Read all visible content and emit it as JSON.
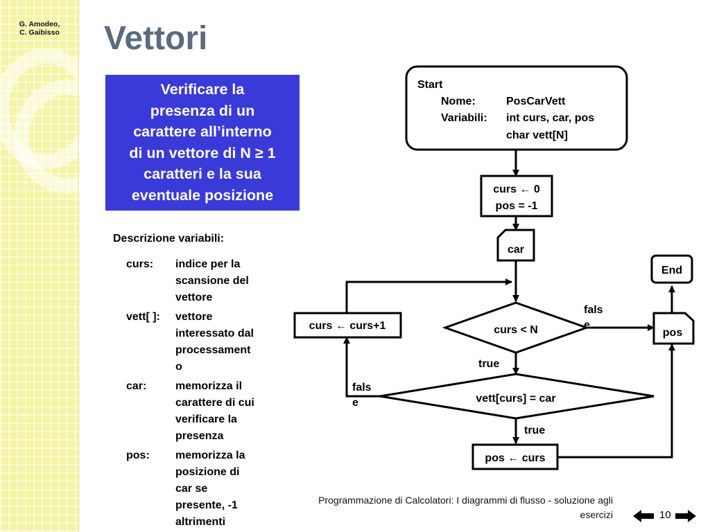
{
  "author": [
    "G. Amodeo,",
    "C. Gaibisso"
  ],
  "title": "Vettori",
  "task_lines": [
    "Verificare la",
    "presenza di un",
    "carattere all’interno",
    "di un vettore di N  ≥  1",
    "caratteri e la sua",
    "eventuale posizione"
  ],
  "description_title": "Descrizione variabili:",
  "variables": [
    {
      "name": "curs:",
      "lines": [
        "indice per la",
        "scansione del",
        "vettore"
      ]
    },
    {
      "name": "vett[ ]:",
      "lines": [
        "vettore",
        "interessato dal",
        "processament",
        "o"
      ]
    },
    {
      "name": "car:",
      "lines": [
        "memorizza il",
        "carattere di cui",
        "verificare la",
        "presenza"
      ]
    },
    {
      "name": "pos:",
      "lines": [
        "memorizza la",
        "posizione di",
        "car se",
        "presente, -1",
        "altrimenti"
      ]
    }
  ],
  "flowchart": {
    "start": {
      "label": "Start",
      "name_key": "Nome:",
      "name_val": "PosCarVett",
      "vars_key": "Variabili:",
      "vars_val1": "int curs,  car,  pos",
      "vars_val2": "char vett[N]"
    },
    "init": [
      "curs ← 0",
      "pos = -1"
    ],
    "input": "car",
    "loop_cond": "curs < N",
    "increment": "curs ← curs+1",
    "check_cond": "vett[curs] = car",
    "assign": "pos ← curs",
    "output": "pos",
    "end": "End",
    "true_label_1": "true",
    "true_label_2": "true",
    "false_label_1": [
      "fals",
      "e"
    ],
    "false_label_2": [
      "fals",
      "e"
    ]
  },
  "footer": [
    "Programmazione di Calcolatori: I diagrammi di flusso - soluzione agli",
    "esercizi"
  ],
  "page_number": "10",
  "icons": {
    "prev": "arrow-left-icon",
    "next": "arrow-right-icon"
  }
}
